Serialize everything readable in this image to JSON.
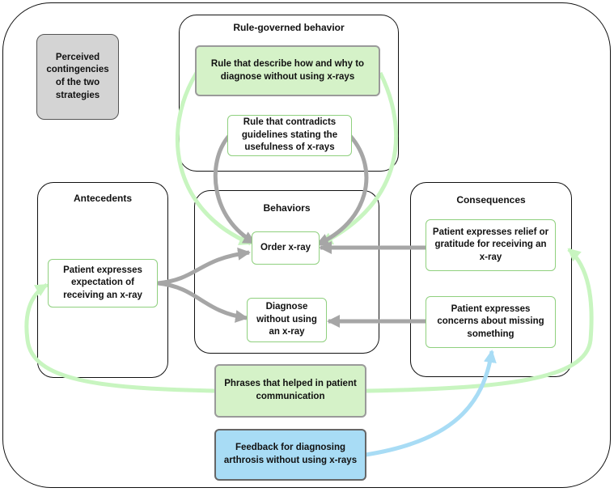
{
  "panels": {
    "rule_governed": "Rule-governed behavior",
    "antecedents": "Antecedents",
    "behaviors": "Behaviors",
    "consequences": "Consequences"
  },
  "nodes": {
    "perceived": "Perceived\ncontingencies\nof the two\nstrategies",
    "rule_describe": "Rule that describe how and why to\ndiagnose without using x-rays",
    "rule_contradicts": "Rule that contradicts\nguidelines stating the\nusefulness of x-rays",
    "patient_expectation": "Patient expresses\nexpectation of\nreceiving an x-ray",
    "order_xray": "Order x-ray",
    "diagnose_without": "Diagnose\nwithout using\nan x-ray",
    "patient_relief": "Patient expresses relief or\ngratitude for receiving an\nx-ray",
    "patient_concerns": "Patient expresses\nconcerns about missing\nsomething",
    "phrases": "Phrases that helped in patient\ncommunication",
    "feedback": "Feedback for diagnosing\narthrosis without using x-rays"
  },
  "colors": {
    "green_arrow": "#c8f5c0",
    "gray_arrow": "#a6a6a6",
    "blue_arrow": "#a8dcf5"
  }
}
